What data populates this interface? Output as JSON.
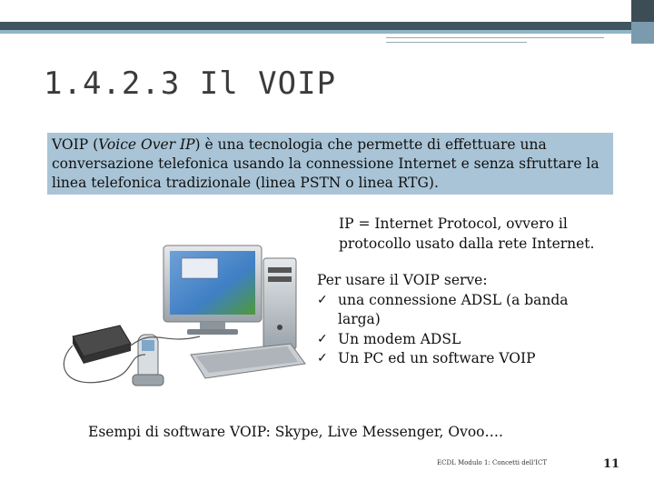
{
  "slide": {
    "title": "1.4.2.3  Il VOIP",
    "intro": {
      "lead": "VOIP (",
      "italic": "Voice Over IP",
      "rest": ") è una tecnologia che permette di effettuare una conversazione telefonica usando la connessione Internet e senza sfruttare la linea telefonica tradizionale (linea PSTN o linea RTG)."
    },
    "ip_definition": "IP = Internet Protocol, ovvero il protocollo usato dalla rete Internet.",
    "requirements": {
      "heading": "Per usare il VOIP serve:",
      "items": [
        "una connessione ADSL (a banda larga)",
        "Un modem ADSL",
        "Un PC ed un software VOIP"
      ]
    },
    "examples": "Esempi di software VOIP: Skype, Live Messenger, Ovoo….",
    "footer": "ECDL Modulo 1: Concetti dell'ICT",
    "page_number": "11"
  },
  "colors": {
    "header_dark": "#41555f",
    "header_light": "#8fb5c8",
    "intro_bg": "#a9c4d6"
  }
}
